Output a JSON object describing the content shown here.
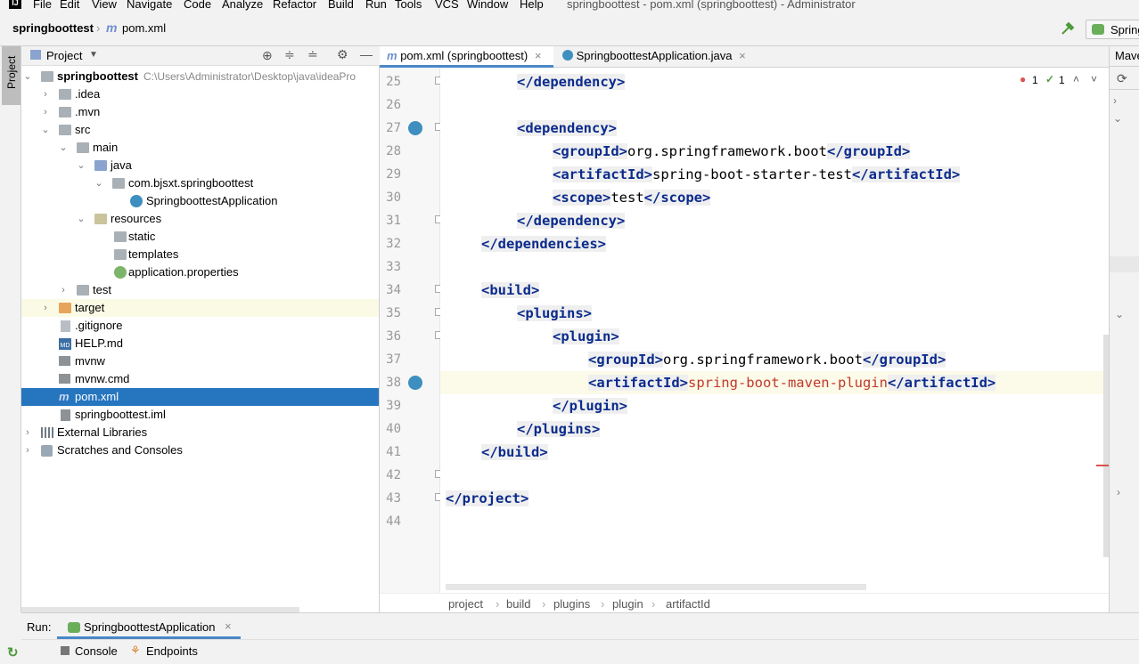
{
  "app": {
    "window_title": "springboottest - pom.xml (springboottest) - Administrator"
  },
  "menu": [
    "File",
    "Edit",
    "View",
    "Navigate",
    "Code",
    "Analyze",
    "Refactor",
    "Build",
    "Run",
    "Tools",
    "VCS",
    "Window",
    "Help"
  ],
  "navbar": {
    "project": "springboottest",
    "file": "pom.xml",
    "run_config": "Spring"
  },
  "left_strip": {
    "project_tab": "Project"
  },
  "project_panel": {
    "title": "Project",
    "tree": [
      {
        "label": "springboottest",
        "path": "C:\\Users\\Administrator\\Desktop\\java\\ideaPro"
      },
      {
        "label": ".idea"
      },
      {
        "label": ".mvn"
      },
      {
        "label": "src"
      },
      {
        "label": "main"
      },
      {
        "label": "java"
      },
      {
        "label": "com.bjsxt.springboottest"
      },
      {
        "label": "SpringboottestApplication"
      },
      {
        "label": "resources"
      },
      {
        "label": "static"
      },
      {
        "label": "templates"
      },
      {
        "label": "application.properties"
      },
      {
        "label": "test"
      },
      {
        "label": "target"
      },
      {
        "label": ".gitignore"
      },
      {
        "label": "HELP.md"
      },
      {
        "label": "mvnw"
      },
      {
        "label": "mvnw.cmd"
      },
      {
        "label": "pom.xml"
      },
      {
        "label": "springboottest.iml"
      },
      {
        "label": "External Libraries"
      },
      {
        "label": "Scratches and Consoles"
      }
    ]
  },
  "editor": {
    "tabs": [
      {
        "label": "pom.xml (springboottest)"
      },
      {
        "label": "SpringboottestApplication.java"
      }
    ],
    "inspection": {
      "errors": "1",
      "checks": "1"
    },
    "line_numbers": [
      "25",
      "26",
      "27",
      "28",
      "29",
      "30",
      "31",
      "32",
      "33",
      "34",
      "35",
      "36",
      "37",
      "38",
      "39",
      "40",
      "41",
      "42",
      "43",
      "44"
    ],
    "code": {
      "l25": {
        "t1": "</dependency>"
      },
      "l27": {
        "t1": "<dependency>"
      },
      "l28": {
        "t1": "<groupId>",
        "v": "org.springframework.boot",
        "t2": "</groupId>"
      },
      "l29": {
        "t1": "<artifactId>",
        "v": "spring-boot-starter-test",
        "t2": "</artifactId>"
      },
      "l30": {
        "t1": "<scope>",
        "v": "test",
        "t2": "</scope>"
      },
      "l31": {
        "t1": "</dependency>"
      },
      "l32": {
        "t1": "</dependencies>"
      },
      "l34": {
        "t1": "<build>"
      },
      "l35": {
        "t1": "<plugins>"
      },
      "l36": {
        "t1": "<plugin>"
      },
      "l37": {
        "t1": "<groupId>",
        "v": "org.springframework.boot",
        "t2": "</groupId>"
      },
      "l38": {
        "t1": "<artifactId>",
        "v": "spring-boot-maven-plugin",
        "t2": "</artifactId>"
      },
      "l39": {
        "t1": "</plugin>"
      },
      "l40": {
        "t1": "</plugins>"
      },
      "l41": {
        "t1": "</build>"
      },
      "l43": {
        "t1": "</project>"
      }
    },
    "breadcrumbs": [
      "project",
      "build",
      "plugins",
      "plugin",
      "artifactId"
    ]
  },
  "maven": {
    "title": "Mave"
  },
  "run": {
    "label": "Run:",
    "config": "SpringboottestApplication",
    "tabs": [
      "Console",
      "Endpoints"
    ]
  }
}
